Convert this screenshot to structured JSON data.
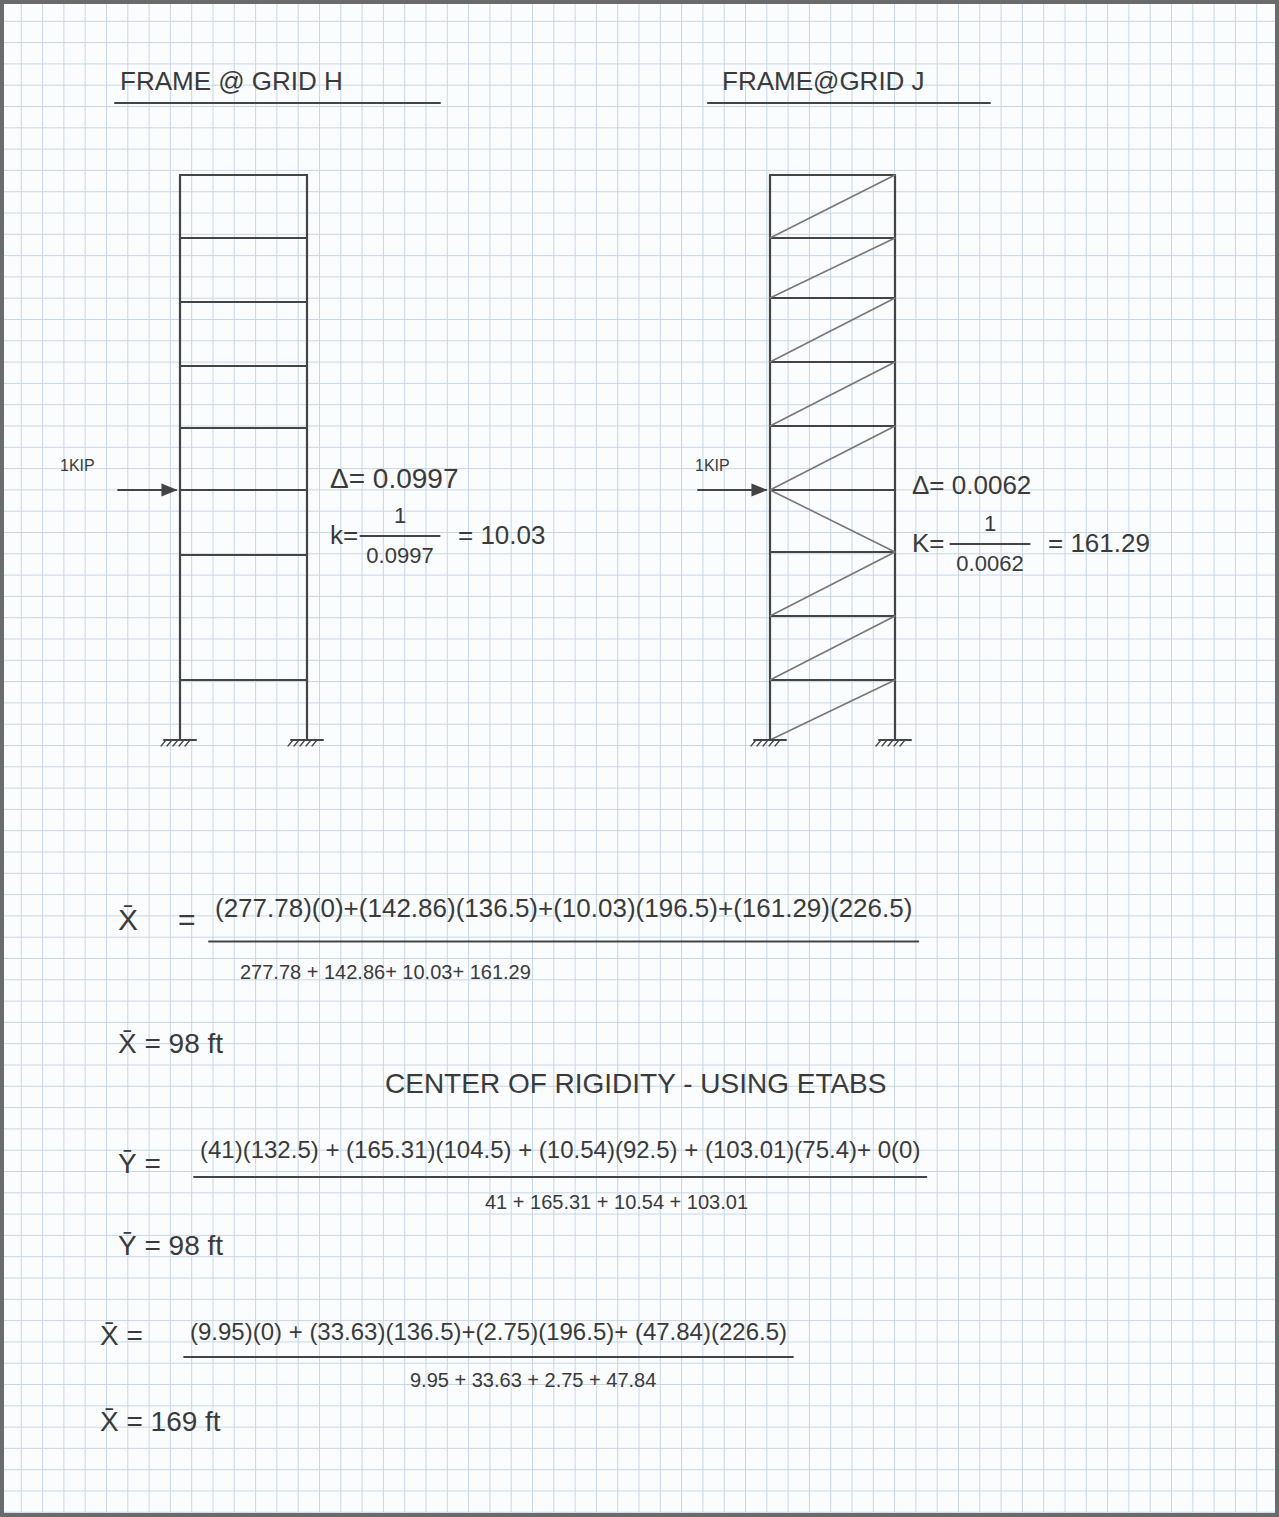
{
  "diagram": {
    "labels": [
      "FRAME @ GRID H",
      "FRAME@GRID J",
      "1KIP",
      "Δ= 0.0997",
      "k=",
      "1",
      "0.0997",
      "= 10.03",
      "1KIP",
      "Δ= 0.0062",
      "K=",
      "1",
      "0.0062",
      "= 161.29",
      "X̄",
      "=",
      "(277.78)(0)+(142.86)(136.5)+(10.03)(196.5)+(161.29)(226.5)",
      "277.78 + 142.86+ 10.03+ 161.29",
      "X̄ = 98 ft",
      "CENTER OF RIGIDITY - USING ETABS",
      "Ȳ =",
      "(41)(132.5) + (165.31)(104.5) + (10.54)(92.5) + (103.01)(75.4)+ 0(0)",
      "41 + 165.31 + 10.54 + 103.01",
      "Ȳ = 98 ft",
      "X̄ =",
      "(9.95)(0) + (33.63)(136.5)+(2.75)(196.5)+ (47.84)(226.5)",
      "9.95 + 33.63 + 2.75 + 47.84",
      "X̄ = 169 ft"
    ]
  }
}
